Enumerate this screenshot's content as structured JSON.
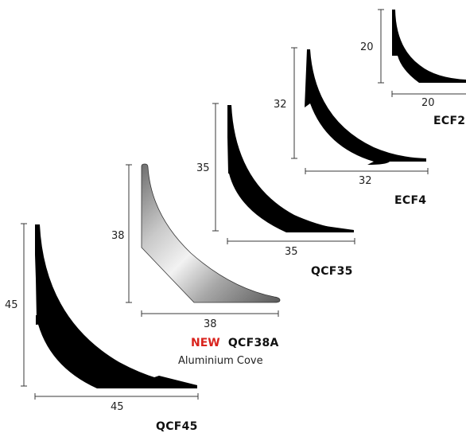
{
  "profiles": [
    {
      "id": "ecf2",
      "name": "ECF2",
      "height_mm": "20",
      "width_mm": "20"
    },
    {
      "id": "ecf4",
      "name": "ECF4",
      "height_mm": "32",
      "width_mm": "32"
    },
    {
      "id": "qcf35",
      "name": "QCF35",
      "height_mm": "35",
      "width_mm": "35"
    },
    {
      "id": "qcf38a",
      "badge": "NEW",
      "name": "QCF38A",
      "subtitle": "Aluminium Cove",
      "height_mm": "38",
      "width_mm": "38"
    },
    {
      "id": "qcf45",
      "name": "QCF45",
      "height_mm": "45",
      "width_mm": "45"
    }
  ],
  "colors": {
    "badge": "#d9231d",
    "profile": "#000000",
    "aluminium": "#b8b8b8"
  }
}
